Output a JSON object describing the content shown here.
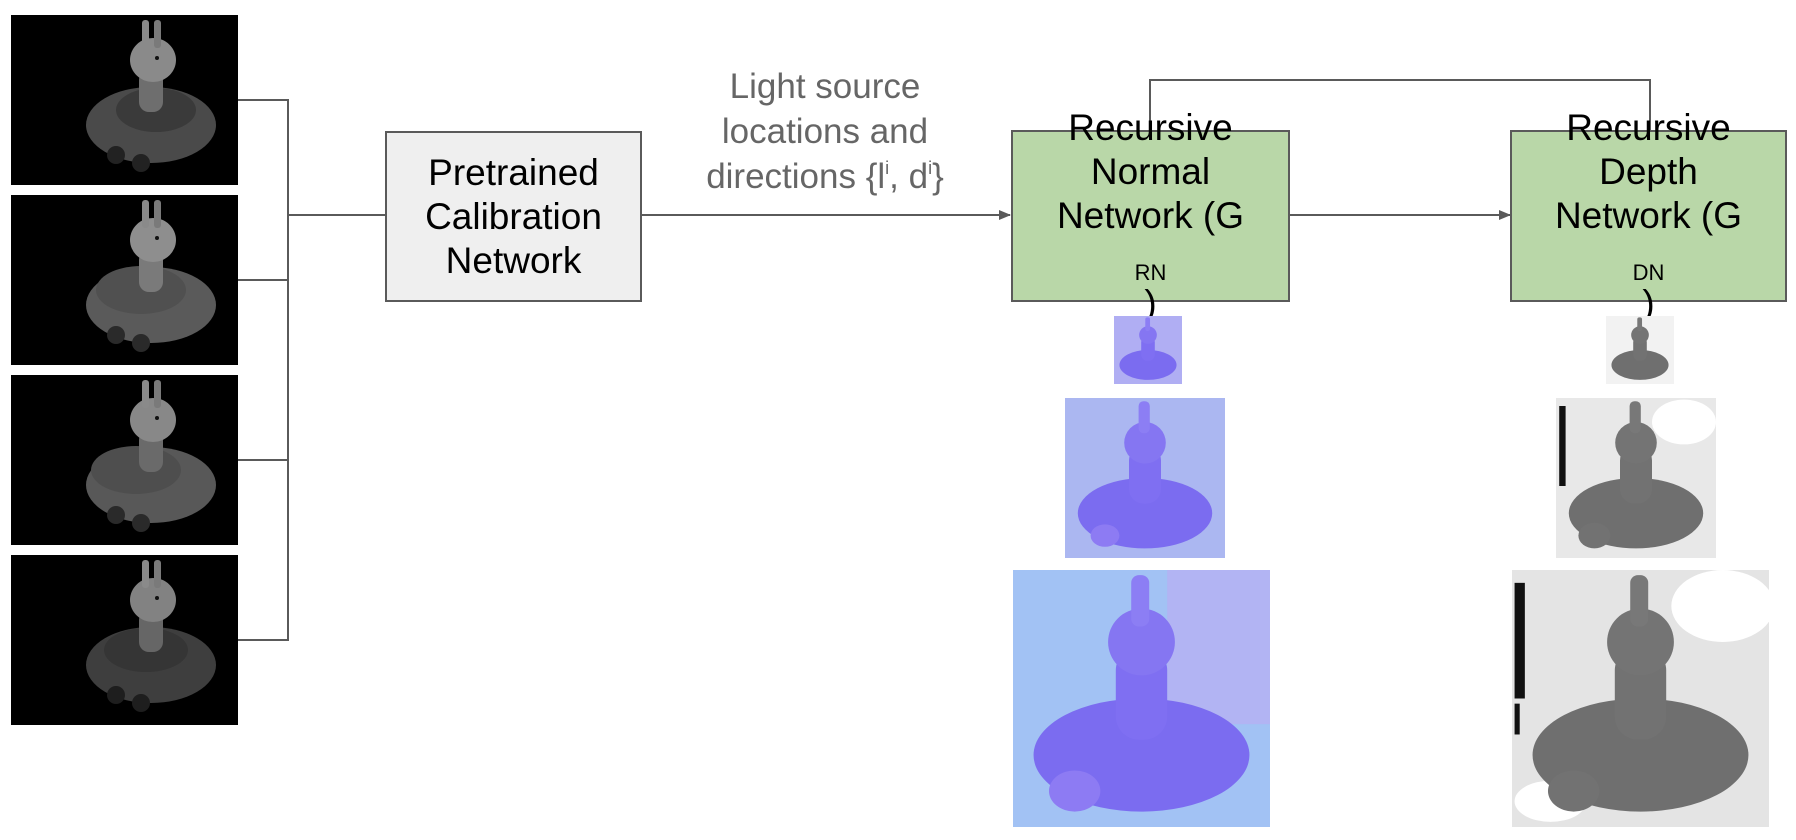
{
  "input_images": {
    "count": 4,
    "icon": "rabbit-toy-photo"
  },
  "calibration_box": {
    "lines": [
      "Pretrained",
      "Calibration",
      "Network"
    ]
  },
  "flow_label": {
    "line1": "Light source",
    "line2": "locations and",
    "line3_prefix": "directions {l",
    "sup1": "i",
    "middle": ", d",
    "sup2": "i",
    "suffix": "}"
  },
  "normal_box": {
    "line1": "Recursive",
    "line2": "Normal",
    "line3_prefix": "Network (G",
    "subscript": "RN",
    "line3_suffix": ")"
  },
  "depth_box": {
    "line1": "Recursive",
    "line2": "Depth",
    "line3_prefix": "Network (G",
    "subscript": "DN",
    "line3_suffix": ")"
  },
  "normal_outputs": {
    "count": 3,
    "icon": "normal-map-image"
  },
  "depth_outputs": {
    "count": 3,
    "icon": "depth-map-image"
  },
  "colors": {
    "calibration_fill": "#efefef",
    "network_fill": "#b9d7a8",
    "stroke": "#5a5a5a",
    "label_text": "#666666",
    "normal_map": "#7b6cf0",
    "depth_map": "#6f6f6f"
  }
}
